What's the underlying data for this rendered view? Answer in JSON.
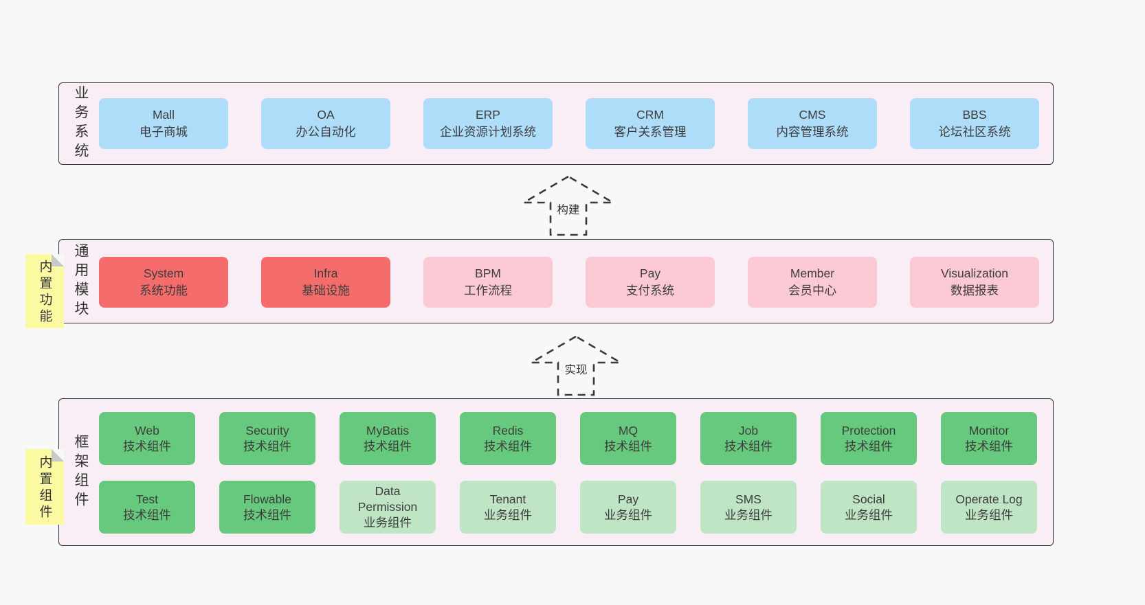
{
  "colors": {
    "page_bg": "#f8f8f8",
    "container_bg": "#f9eef5",
    "container_border": "#333333",
    "blue": "#aeddf9",
    "red": "#f56c6c",
    "pink": "#fbc9d3",
    "green": "#67c97d",
    "light_green": "#bfe5c4",
    "sticky_yellow": "#fbf9a2",
    "sticky_fold": "#c9c9c9",
    "text": "#3d3d3d"
  },
  "arrows": [
    {
      "label": "构建"
    },
    {
      "label": "实现"
    }
  ],
  "layers": {
    "business": {
      "side_label": "业务系统",
      "boxes": [
        {
          "title": "Mall",
          "subtitle": "电子商城",
          "variant": "blue"
        },
        {
          "title": "OA",
          "subtitle": "办公自动化",
          "variant": "blue"
        },
        {
          "title": "ERP",
          "subtitle": "企业资源计划系统",
          "variant": "blue"
        },
        {
          "title": "CRM",
          "subtitle": "客户关系管理",
          "variant": "blue"
        },
        {
          "title": "CMS",
          "subtitle": "内容管理系统",
          "variant": "blue"
        },
        {
          "title": "BBS",
          "subtitle": "论坛社区系统",
          "variant": "blue"
        }
      ]
    },
    "modules": {
      "side_label": "通用模块",
      "sticky_label": "内置功能",
      "boxes": [
        {
          "title": "System",
          "subtitle": "系统功能",
          "variant": "red"
        },
        {
          "title": "Infra",
          "subtitle": "基础设施",
          "variant": "red"
        },
        {
          "title": "BPM",
          "subtitle": "工作流程",
          "variant": "pink"
        },
        {
          "title": "Pay",
          "subtitle": "支付系统",
          "variant": "pink"
        },
        {
          "title": "Member",
          "subtitle": "会员中心",
          "variant": "pink"
        },
        {
          "title": "Visualization",
          "subtitle": "数据报表",
          "variant": "pink"
        }
      ]
    },
    "components": {
      "side_label": "框架组件",
      "sticky_label": "内置组件",
      "row1": [
        {
          "title": "Web",
          "subtitle": "技术组件",
          "variant": "green"
        },
        {
          "title": "Security",
          "subtitle": "技术组件",
          "variant": "green"
        },
        {
          "title": "MyBatis",
          "subtitle": "技术组件",
          "variant": "green"
        },
        {
          "title": "Redis",
          "subtitle": "技术组件",
          "variant": "green"
        },
        {
          "title": "MQ",
          "subtitle": "技术组件",
          "variant": "green"
        },
        {
          "title": "Job",
          "subtitle": "技术组件",
          "variant": "green"
        },
        {
          "title": "Protection",
          "subtitle": "技术组件",
          "variant": "green"
        },
        {
          "title": "Monitor",
          "subtitle": "技术组件",
          "variant": "green"
        }
      ],
      "row2": [
        {
          "title": "Test",
          "subtitle": "技术组件",
          "variant": "green"
        },
        {
          "title": "Flowable",
          "subtitle": "技术组件",
          "variant": "green"
        },
        {
          "title": "Data Permission",
          "subtitle": "业务组件",
          "variant": "lightgreen"
        },
        {
          "title": "Tenant",
          "subtitle": "业务组件",
          "variant": "lightgreen"
        },
        {
          "title": "Pay",
          "subtitle": "业务组件",
          "variant": "lightgreen"
        },
        {
          "title": "SMS",
          "subtitle": "业务组件",
          "variant": "lightgreen"
        },
        {
          "title": "Social",
          "subtitle": "业务组件",
          "variant": "lightgreen"
        },
        {
          "title": "Operate Log",
          "subtitle": "业务组件",
          "variant": "lightgreen"
        }
      ]
    }
  }
}
